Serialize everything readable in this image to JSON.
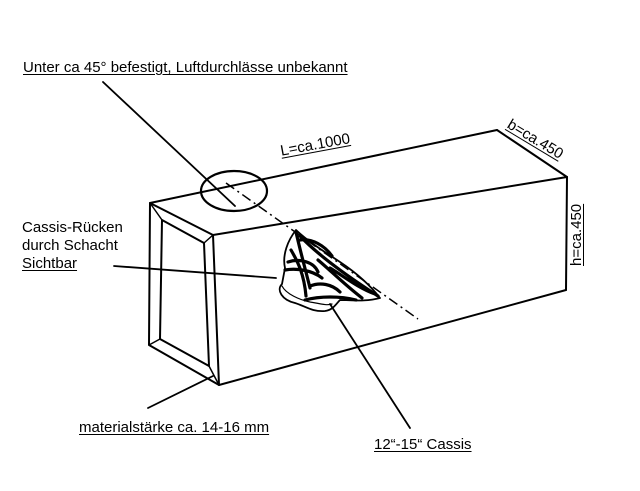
{
  "annotations": {
    "mounting": "Unter ca 45° befestigt, Luftdurchlässe unbekannt",
    "length": "L=ca.1000",
    "width": "b=ca.450",
    "height": "h=ca.450",
    "cassis_back_line1": "Cassis-Rücken",
    "cassis_back_line2": "durch Schacht",
    "cassis_back_line3": "Sichtbar",
    "material": "materialstärke ca. 14-16 mm",
    "cassis_size": "12“-15“ Cassis"
  },
  "colors": {
    "stroke": "#000000",
    "background": "#ffffff"
  }
}
